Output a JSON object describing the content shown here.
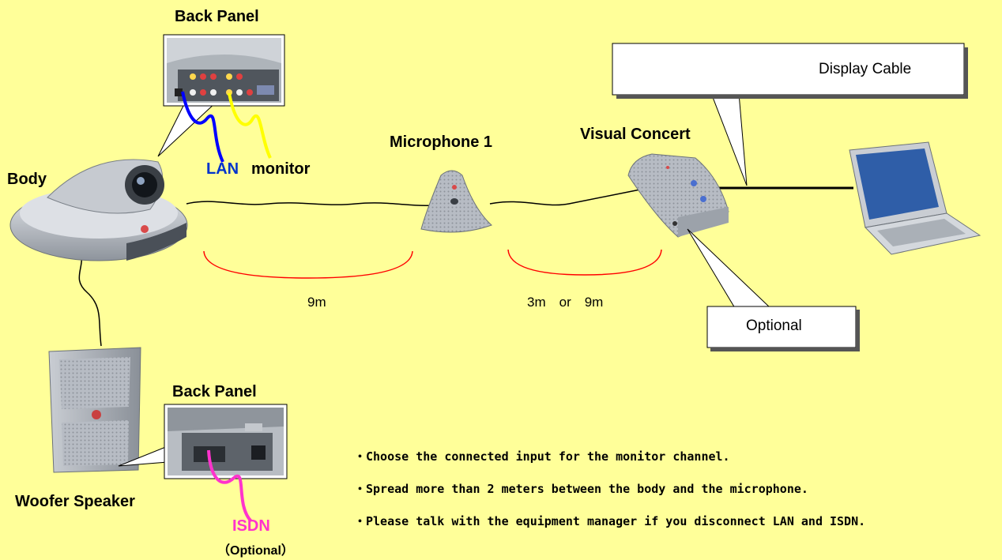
{
  "labels": {
    "back_panel_top": "Back Panel",
    "body": "Body",
    "lan": "LAN",
    "monitor": "monitor",
    "microphone": "Microphone 1",
    "visual_concert": "Visual Concert",
    "display_cable": "Display Cable",
    "optional_callout": "Optional",
    "dist_body_mic": "9m",
    "dist_mic_vc": "3m　or　9m",
    "back_panel_bottom": "Back Panel",
    "woofer": "Woofer Speaker",
    "isdn": "ISDN",
    "isdn_optional": "（Optional）"
  },
  "notes": [
    "・Choose the connected input for the monitor channel.",
    "・Spread more than 2 meters between the body and the microphone.",
    "・Please talk with the equipment manager if you disconnect LAN and ISDN."
  ],
  "colors": {
    "background": "#ffff99",
    "lan_cable": "#0000ff",
    "monitor_cable": "#ffff00",
    "isdn_cable": "#ff33cc",
    "distance_bracket": "#ff0000",
    "lan_text": "#0033cc",
    "isdn_text": "#ff33cc"
  }
}
